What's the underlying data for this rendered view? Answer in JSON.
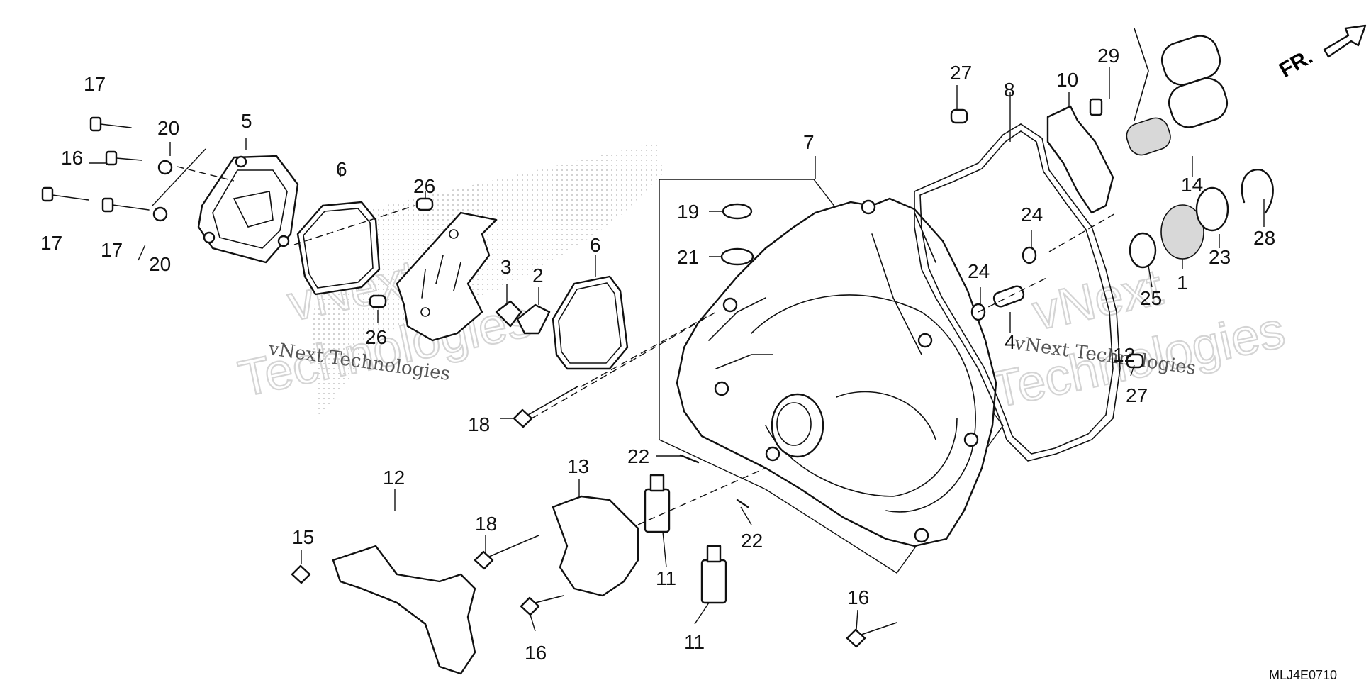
{
  "diagram": {
    "drawing_code": "MLJ4E0710",
    "front_indicator": "FR.",
    "watermark_text": "vNext Technologies",
    "watermark_lines": [
      "vNext",
      "Technologies"
    ],
    "callouts": {
      "c1": "1",
      "c2": "2",
      "c3": "3",
      "c4": "4",
      "c5": "5",
      "c6a": "6",
      "c6b": "6",
      "c7": "7",
      "c8": "8",
      "c10": "10",
      "c11a": "11",
      "c11b": "11",
      "c12a": "12",
      "c12b": "12",
      "c13": "13",
      "c14": "14",
      "c15": "15",
      "c16a": "16",
      "c16b": "16",
      "c16c": "16",
      "c17a": "17",
      "c17b": "17",
      "c17c": "17",
      "c18a": "18",
      "c18b": "18",
      "c19": "19",
      "c20a": "20",
      "c20b": "20",
      "c21": "21",
      "c22a": "22",
      "c22b": "22",
      "c23": "23",
      "c24a": "24",
      "c24b": "24",
      "c25": "25",
      "c26a": "26",
      "c26b": "26",
      "c27a": "27",
      "c27b": "27",
      "c28": "28",
      "c29": "29"
    }
  }
}
